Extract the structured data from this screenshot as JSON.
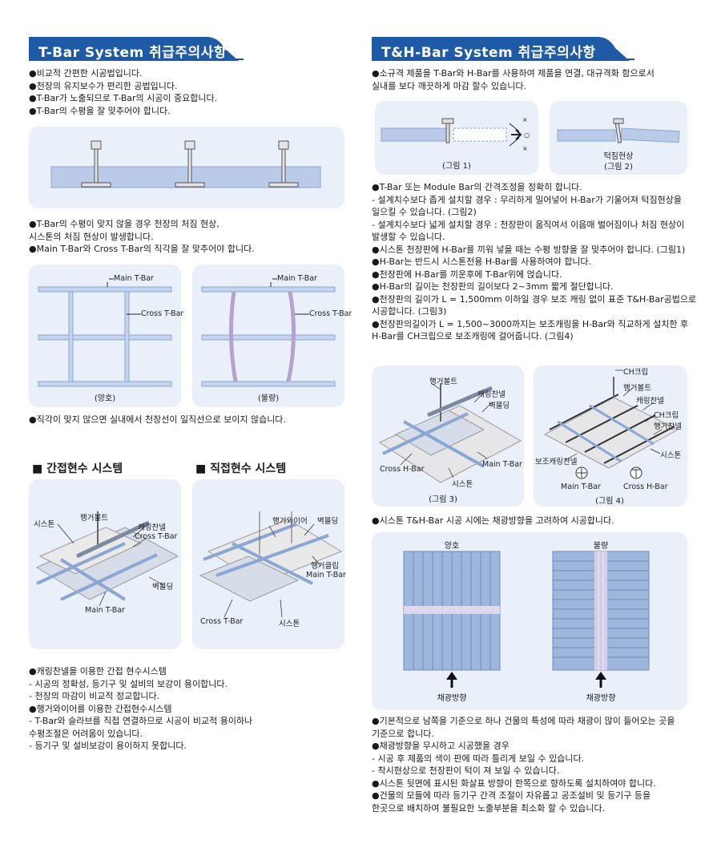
{
  "left": {
    "header_title": "T-Bar System 취급주의사항",
    "intro_bullets": [
      "●비교적 간편한 시공법입니다.",
      "●천장의 유지보수가 편리한 공법입니다.",
      "●T-Bar가 노출되므로 T-Bar의 시공이 중요합니다.",
      "●T-Bar의 수평을 잘 맞추어야 합니다."
    ],
    "mid_bullets": [
      "●T-Bar의 수평이 맞지 않을 경우 천장의 처짐 현상,",
      "  시스톤의 처짐 현상이 발생합니다.",
      "●Main T-Bar와 Cross T-Bar의 직각을 잘 맞추어야 합니다."
    ],
    "good_labels": {
      "main": "Main T-Bar",
      "cross": "Cross T-Bar",
      "caption": "(양호)"
    },
    "bad_labels": {
      "main": "Main T-Bar",
      "cross": "Cross T-Bar",
      "caption": "(불량)"
    },
    "angle_note": "●직각이 맞지 않으면 실내에서 천장선이 일직선으로 보이지 않습니다.",
    "indirect_title": "■  간접현수 시스템",
    "direct_title": "■  직접현수 시스템",
    "indirect_labels": {
      "systone": "시스톤",
      "hanger_bolt": "행거볼트",
      "carrying_channel": "캐링찬넬",
      "cross_tbar": "Cross T-Bar",
      "wall_molding": "벽몰딩",
      "main_tbar": "Main T-Bar"
    },
    "direct_labels": {
      "hanger_wire": "행거와이어",
      "wall_molding": "벽몰딩",
      "hanger_clip": "행거클립",
      "main_tbar": "Main T-Bar",
      "cross_tbar": "Cross T-Bar",
      "systone": "시스톤"
    },
    "bottom_bullets": [
      "●캐링찬넬을 이용한 간접 현수시스템",
      "  - 시공의 정확성, 등기구 및 설비의 보강이 용이합니다.",
      "  - 천장의 마감이 비교적 정교합니다.",
      "●행거와이어를 이용한 간접현수시스템",
      "  - T-Bar와 슬라브를 직접 연결하므로 시공이 비교적 용이하나",
      "     수평조절은 어려움이 있습니다.",
      "  - 등기구 및 설비보강이 용이하지 못합니다."
    ]
  },
  "right": {
    "header_title": "T&H-Bar System 취급주의사항",
    "intro_bullets": [
      "●소규격 제품을 T-Bar와 H-Bar를 사용하여 제품을 연결, 대규격화 함으로서",
      "  실내를 보다 깨끗하게 마감 할수 있습니다."
    ],
    "fig1_caption": "(그림 1)",
    "fig2_caption_1": "턱짐현상",
    "fig2_caption_2": "(그림 2)",
    "mid_bullets": [
      "●T-Bar 또는 Module Bar의 간격조정을 정확히 합니다.",
      "- 설계치수보다 좁게 설치할 경우 : 무리하게 밀어넣어 H-Bar가 기울어져 턱짐현상을",
      "  일으킬 수 있습니다. (그림2)",
      "- 설계치수보다 넓게 설치할 경우 : 천장판이 움직여서 이음매 벌어짐이나 처짐 현상이",
      "  발생할 수 있습니다.",
      "●시스톤 천장판에 H-Bar를 끼워 넣을 때는 수평 방향을 잘 맞추어야 합니다. (그림1)",
      "●H-Bar는 반드시 시스톤전용 H-Bar를 사용하여야 합니다.",
      "●천장판에 H-Bar를 끼운후에 T-Bar위에 얹습니다.",
      "●H-Bar의 길이는 천장판의 길이보다 2~3mm 짧게 절단합니다.",
      "●천장판의 길이가 L = 1,500mm 이하일 경우 보조 캐링 없이 표준 T&H-Bar공법으로",
      "  시공합니다. (그림3)",
      "●천장판의길이가 L = 1,500~3000까지는 보조캐링을 H-Bar와 직교하게 설치한 후",
      "  H-Bar를 CH크립으로 보조캐링에 걸어줍니다. (그림4)"
    ],
    "fig3_labels": {
      "hanger_bolt": "행거볼트",
      "carrying_channel": "캐링찬넬",
      "wall_molding": "벽몰딩",
      "cross_hbar": "Cross H-Bar",
      "main_tbar": "Main T-Bar",
      "systone": "시스톤",
      "caption": "(그림 3)"
    },
    "fig4_labels": {
      "ch_clip_top": "CH크립",
      "hanger_bolt": "행거볼트",
      "carrying_channel": "캐링찬넬",
      "ch_clip": "CH크립",
      "hanger_channel": "행거찬넬",
      "aux_carrying_channel": "보조캐링찬넬",
      "systone": "시스톤",
      "main_tbar": "Main T-Bar",
      "cross_hbar": "Cross H-Bar",
      "caption": "(그림 4)"
    },
    "light_note": "●시스톤 T&H-Bar 시공 시에는 채광방향을 고려하여 시공합니다.",
    "light_good": "양호",
    "light_bad": "불량",
    "light_dir_1": "채광방향",
    "light_dir_2": "채광방향",
    "bottom_bullets": [
      "●기본적으로 남쪽을 기준으로 하나 건물의 특성에 따라 채광이 많이 들어오는 곳을",
      "  기준으로 합니다.",
      "●채광방향을 무시하고 시공했을 경우",
      "  - 시공 후 제품의 색이 판에 따라 틀리게 보일 수 있습니다.",
      "  - 착시현상으로 천장판이 턱이 져 보일 수 있습니다.",
      "●시스톤 뒷면에 표시된 화살표 방향이 한쪽으로 향하도록 설치하여야 합니다.",
      "●건물의 모듈에 따라 등기구 간격 조절이 자유롭고 공조설비 및 등기구 등을",
      "  한곳으로 배치하여 불필요한 노출부분을 최소화 할 수 있습니다."
    ]
  },
  "colors": {
    "header": "#1f5aa6",
    "panel": "#eaf0fa",
    "board": "#b9cbe8",
    "board_dark": "#8aa6d2",
    "bar": "#d9d9de"
  }
}
